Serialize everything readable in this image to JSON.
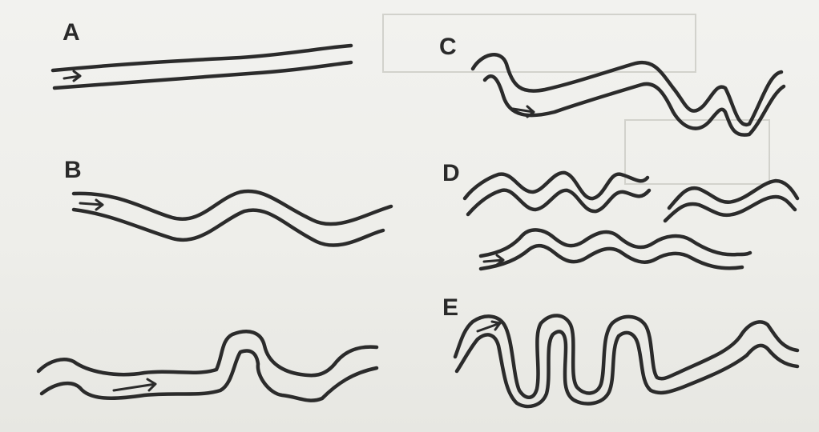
{
  "panels": {
    "a": {
      "label": "A"
    },
    "b": {
      "label": "B"
    },
    "c": {
      "label": "C"
    },
    "d": {
      "label": "D"
    },
    "e": {
      "label": "E"
    }
  },
  "colors": {
    "ink": "#2b2b2b",
    "paper": "#efefeb"
  }
}
